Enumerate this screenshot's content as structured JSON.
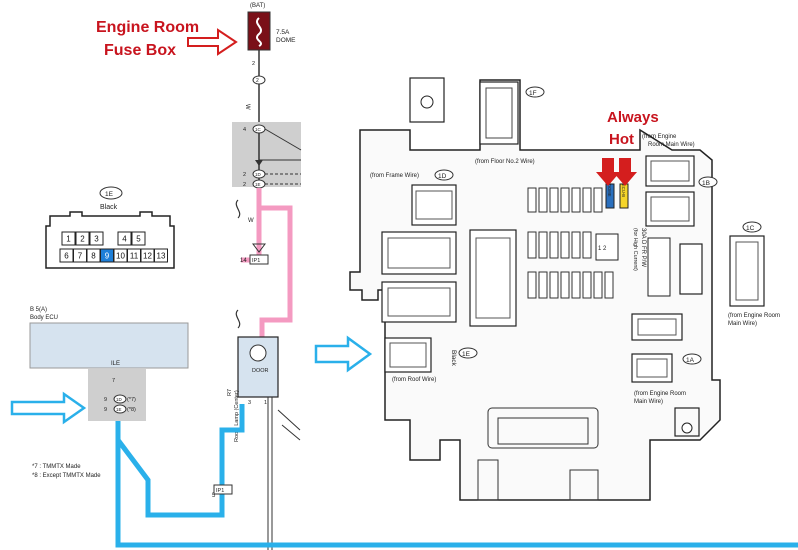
{
  "annotations": {
    "engine_room_line1": "Engine Room",
    "engine_room_line2": "Fuse Box",
    "always_line1": "Always",
    "always_line2": "Hot"
  },
  "fuse": {
    "bat": "(BAT)",
    "rating": "7.5A",
    "name": "DOME"
  },
  "connector_1e": {
    "id": "1E",
    "color": "Black",
    "pins_top": [
      "1",
      "2",
      "3",
      "4",
      "5"
    ],
    "pins_bottom": [
      "6",
      "7",
      "8",
      "9",
      "10",
      "11",
      "12",
      "13"
    ],
    "highlighted_pin": "9"
  },
  "body_ecu": {
    "ref": "B 5(A)",
    "name": "Body ECU",
    "terminal": "ILE"
  },
  "wiring": {
    "node2": "2",
    "node4": "4",
    "node1c": "1C",
    "node2_lower": "2",
    "node1d": "1D",
    "node2_b": "2",
    "node1e": "1E",
    "wire_w": "W",
    "ip1_num": "14",
    "ip1": "IP1",
    "ip1_bottom_num": "5",
    "ip1_bottom": "IP1",
    "ecu_pin7": "7",
    "ecu_1d": "1D",
    "ecu_1e": "1E",
    "ecu_9": "9",
    "ecu_9b": "9",
    "ecu_note_a": "(*7)",
    "ecu_note_b": "(*8)",
    "lamp_ref": "R7",
    "lamp_name": "Room Lamp (Center)",
    "lamp_door": "DOOR",
    "lamp_pin3": "3",
    "lamp_pin1": "1"
  },
  "legend": {
    "note7": "*7 : TMMTX Made",
    "note8": "*8 : Except TMMTX Made"
  },
  "fusebox": {
    "conn_1f": "1F",
    "conn_1d": "1D",
    "conn_1b": "1B",
    "conn_1c": "1C",
    "conn_1e": "1E",
    "conn_1a": "1A",
    "from_floor": "(from Floor No.2 Wire)",
    "from_frame": "(from Frame Wire)",
    "from_engine_top1": "(from Engine",
    "from_engine_top2": "Room Main Wire)",
    "from_engine_right1": "(from Engine Room",
    "from_engine_right2": "Main Wire)",
    "from_roof": "(from Roof Wire)",
    "from_engine_bottom1": "(from Engine Room",
    "from_engine_bottom2": "Main Wire)",
    "black_label": "Black",
    "fr_pw1": "30A D FR P/W",
    "fr_pw2": "(for High Current)",
    "relay_label": "1  2",
    "fuse_dome": "DOME",
    "fuse_ecu": "ECU-B"
  },
  "colors": {
    "annotation_red": "#c8141e",
    "arrow_blue": "#2ab0ea",
    "wire_pink": "#f49ac1",
    "fuse_dark": "#7a1018"
  }
}
